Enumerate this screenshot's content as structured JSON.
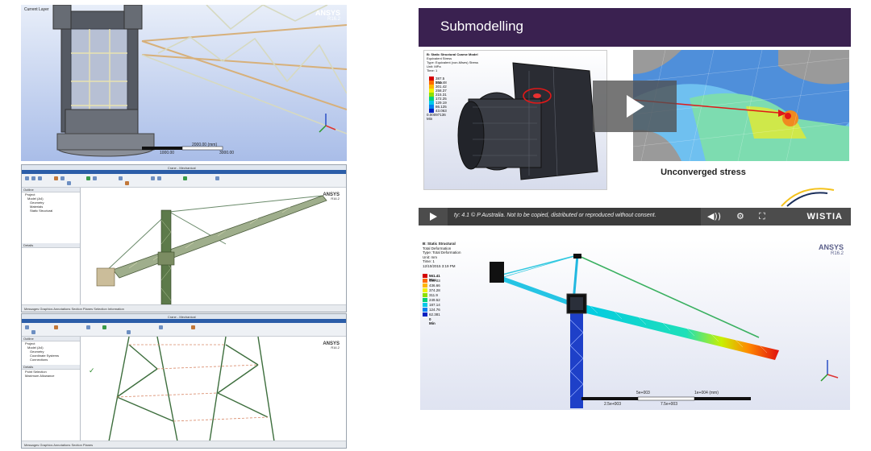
{
  "brand": "ANSYS",
  "version": "R16.2",
  "top_left_view": {
    "corner_label": "Current Layer",
    "scale_labels": [
      "1000.00",
      "2000.00 (mm)",
      "3000.00"
    ]
  },
  "middle_left_window": {
    "title": "Crane - Mechanical",
    "tabs": [
      "File",
      "Home",
      "Context",
      "Display",
      "Selection",
      "Automation",
      "Tools",
      "Help"
    ],
    "tree_header": "Outline",
    "tree_items": [
      "Project",
      "Model (A4)",
      "Geometry",
      "Materials",
      "Static Structural"
    ],
    "details_header": "Details",
    "status": "Messages  Graphics Annotations  Section Planes  Selection Information"
  },
  "bottom_left_window": {
    "title": "Crane - Mechanical",
    "tabs": [
      "File",
      "Home",
      "Context",
      "Display",
      "Selection",
      "Automation",
      "Help"
    ],
    "tree_header": "Outline",
    "tree_items": [
      "Project",
      "Model (A4)",
      "Geometry",
      "Coordinate Systems",
      "Connections"
    ],
    "details_header": "Details",
    "fields": [
      "Point Selection",
      "Maximum Allowance"
    ],
    "status": "Messages  Graphics Annotations  Section Planes"
  },
  "video": {
    "title": "Submodelling",
    "caption": "Unconverged stress",
    "copyright": "ty: 4.1 © P Australia.  Not to be copied, distributed or reproduced without consent.",
    "player_brand": "WISTIA",
    "inset_header": [
      "B: Static Structural Coarse Model",
      "Equivalent Stress",
      "Type: Equivalent (von-Mises) Stress",
      "Unit: MPa",
      "Time: 1"
    ],
    "inset_legend": [
      "387.5 Max",
      "344.48",
      "301.42",
      "258.37",
      "215.31",
      "172.25",
      "129.19",
      "86.125",
      "43.063",
      "0.00097136 Min"
    ]
  },
  "result_view": {
    "header_lines": [
      "B: Static Structural",
      "Total Deformation",
      "Type: Total Deformation",
      "Unit: mm",
      "Time: 1",
      "12/10/2015 3:19 PM"
    ],
    "legend": [
      "561.41 Max",
      "499.03",
      "436.66",
      "374.28",
      "311.9",
      "249.52",
      "187.14",
      "124.76",
      "62.381",
      "0 Min"
    ],
    "scale_labels": [
      "5e+003",
      "1e+004 (mm)",
      "2.5e+003",
      "7.5e+003"
    ]
  },
  "colors": {
    "video_header": "#3a2150",
    "ribbon_tab": "#2b5da8"
  }
}
